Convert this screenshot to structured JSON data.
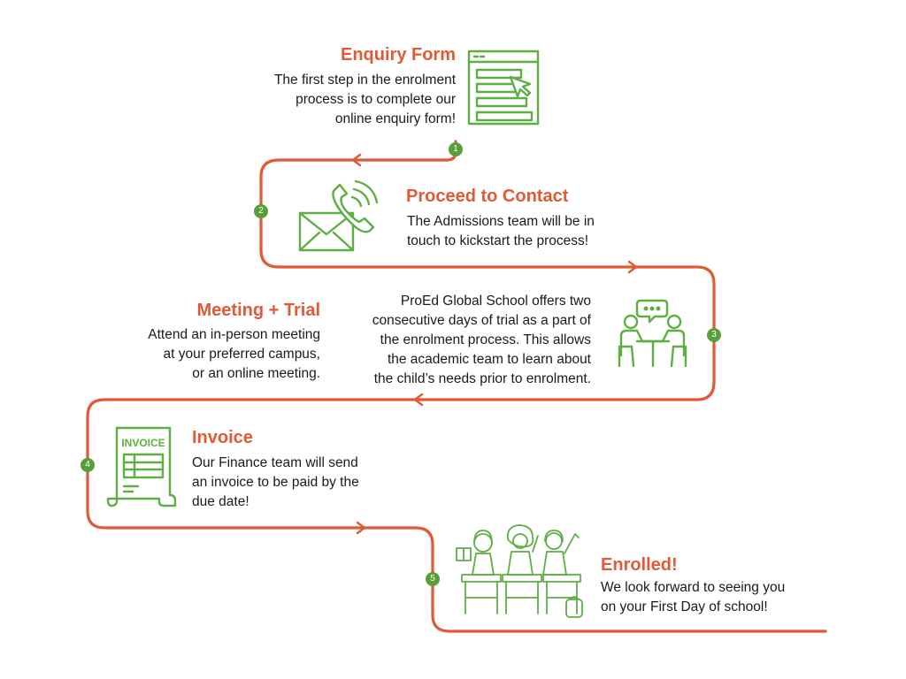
{
  "colors": {
    "path": "#e05a36",
    "accent": "#e05a36",
    "icon": "#5fae44",
    "marker": "#5a9e3a",
    "text": "#1a1a1a"
  },
  "steps": [
    {
      "number": "1",
      "title": "Enquiry Form",
      "description": [
        "The first step in the enrolment",
        "process is to complete our",
        "online enquiry form!"
      ],
      "icon": "form-cursor-icon"
    },
    {
      "number": "2",
      "title": "Proceed to Contact",
      "description": [
        "The Admissions team will be in",
        "touch to kickstart the process!"
      ],
      "icon": "phone-envelope-icon"
    },
    {
      "number": "3",
      "title": "Meeting + Trial",
      "description": [
        "Attend an in-person meeting",
        "at your preferred campus,",
        "or an online meeting."
      ],
      "extra": [
        "ProEd Global School offers two",
        "consecutive days of trial as a part of",
        "the enrolment process. This allows",
        "the academic team to learn about",
        "the child’s needs prior to enrolment."
      ],
      "icon": "meeting-icon"
    },
    {
      "number": "4",
      "title": "Invoice",
      "description": [
        "Our Finance team will send",
        "an invoice to be paid by the",
        "due date!"
      ],
      "icon": "invoice-icon",
      "icon_text": "INVOICE"
    },
    {
      "number": "5",
      "title": "Enrolled!",
      "description": [
        "We look forward to seeing you",
        "on your First Day of school!"
      ],
      "icon": "students-icon"
    }
  ]
}
